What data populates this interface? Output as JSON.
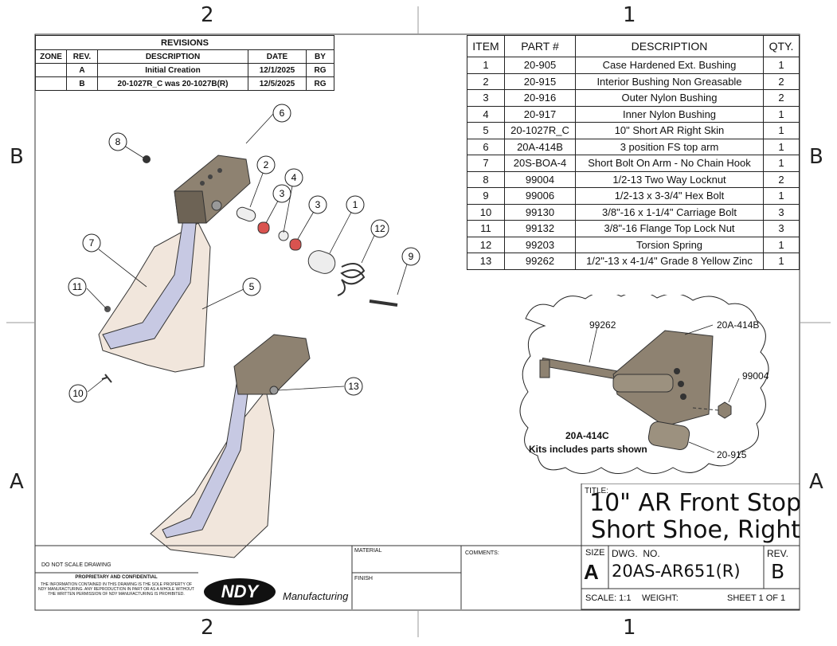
{
  "zones": {
    "top_left": "2",
    "top_right": "1",
    "bottom_left": "2",
    "bottom_right": "1",
    "left_upper": "B",
    "left_lower": "A",
    "right_upper": "B",
    "right_lower": "A"
  },
  "revisions": {
    "title": "REVISIONS",
    "headers": [
      "ZONE",
      "REV.",
      "DESCRIPTION",
      "DATE",
      "BY"
    ],
    "rows": [
      {
        "zone": "",
        "rev": "A",
        "description": "Initial Creation",
        "date": "12/1/2025",
        "by": "RG"
      },
      {
        "zone": "",
        "rev": "B",
        "description": "20-1027R_C was 20-1027B(R)",
        "date": "12/5/2025",
        "by": "RG"
      }
    ]
  },
  "bom": {
    "headers": [
      "ITEM",
      "PART #",
      "DESCRIPTION",
      "QTY."
    ],
    "rows": [
      {
        "item": "1",
        "part": "20-905",
        "description": "Case Hardened Ext. Bushing",
        "qty": "1"
      },
      {
        "item": "2",
        "part": "20-915",
        "description": "Interior Bushing Non Greasable",
        "qty": "2"
      },
      {
        "item": "3",
        "part": "20-916",
        "description": "Outer Nylon Bushing",
        "qty": "2"
      },
      {
        "item": "4",
        "part": "20-917",
        "description": "Inner Nylon Bushing",
        "qty": "1"
      },
      {
        "item": "5",
        "part": "20-1027R_C",
        "description": "10\" Short AR Right Skin",
        "qty": "1"
      },
      {
        "item": "6",
        "part": "20A-414B",
        "description": "3 position FS top arm",
        "qty": "1"
      },
      {
        "item": "7",
        "part": "20S-BOA-4",
        "description": "Short Bolt On Arm - No Chain Hook",
        "qty": "1"
      },
      {
        "item": "8",
        "part": "99004",
        "description": "1/2-13 Two Way Locknut",
        "qty": "2"
      },
      {
        "item": "9",
        "part": "99006",
        "description": "1/2-13 x 3-3/4\" Hex Bolt",
        "qty": "1"
      },
      {
        "item": "10",
        "part": "99130",
        "description": "3/8\"-16 x 1-1/4\" Carriage Bolt",
        "qty": "3"
      },
      {
        "item": "11",
        "part": "99132",
        "description": "3/8\"-16 Flange Top Lock Nut",
        "qty": "3"
      },
      {
        "item": "12",
        "part": "99203",
        "description": "Torsion Spring",
        "qty": "1"
      },
      {
        "item": "13",
        "part": "99262",
        "description": "1/2\"-13 x 4-1/4\" Grade 8 Yellow Zinc",
        "qty": "1"
      }
    ]
  },
  "balloons": [
    "1",
    "2",
    "3",
    "3",
    "4",
    "5",
    "6",
    "7",
    "8",
    "9",
    "10",
    "11",
    "12",
    "13"
  ],
  "kit": {
    "labels": {
      "bolt": "99262",
      "arm": "20A-414B",
      "nut": "99004",
      "bushing": "20-915"
    },
    "name": "20A-414C",
    "note": "Kits includes parts shown"
  },
  "title_block": {
    "title_label": "TITLE:",
    "title_line1": "10\" AR Front Stop",
    "title_line2": "Short Shoe, Right",
    "material_label": "MATERIAL",
    "finish_label": "FINISH",
    "comments_label": "COMMENTS:",
    "size_label": "SIZE",
    "size": "A",
    "dwg_label": "DWG.  NO.",
    "dwg_no": "20AS-AR651(R)",
    "rev_label": "REV.",
    "rev": "B",
    "scale": "SCALE: 1:1",
    "weight": "WEIGHT:",
    "sheet": "SHEET 1 OF 1",
    "do_not_scale": "DO NOT SCALE DRAWING",
    "proprietary_title": "PROPRIETARY AND CONFIDENTIAL",
    "proprietary_text": "THE INFORMATION CONTAINED IN THIS DRAWING IS THE SOLE PROPERTY OF NDY MANUFACTURING. ANY REPRODUCTION IN PART OR AS A WHOLE WITHOUT THE WRITTEN PERMISSION OF NDY MANUFACTURING IS PROHIBITED.",
    "logo_text": "NDY",
    "logo_sub": "Manufacturing"
  }
}
